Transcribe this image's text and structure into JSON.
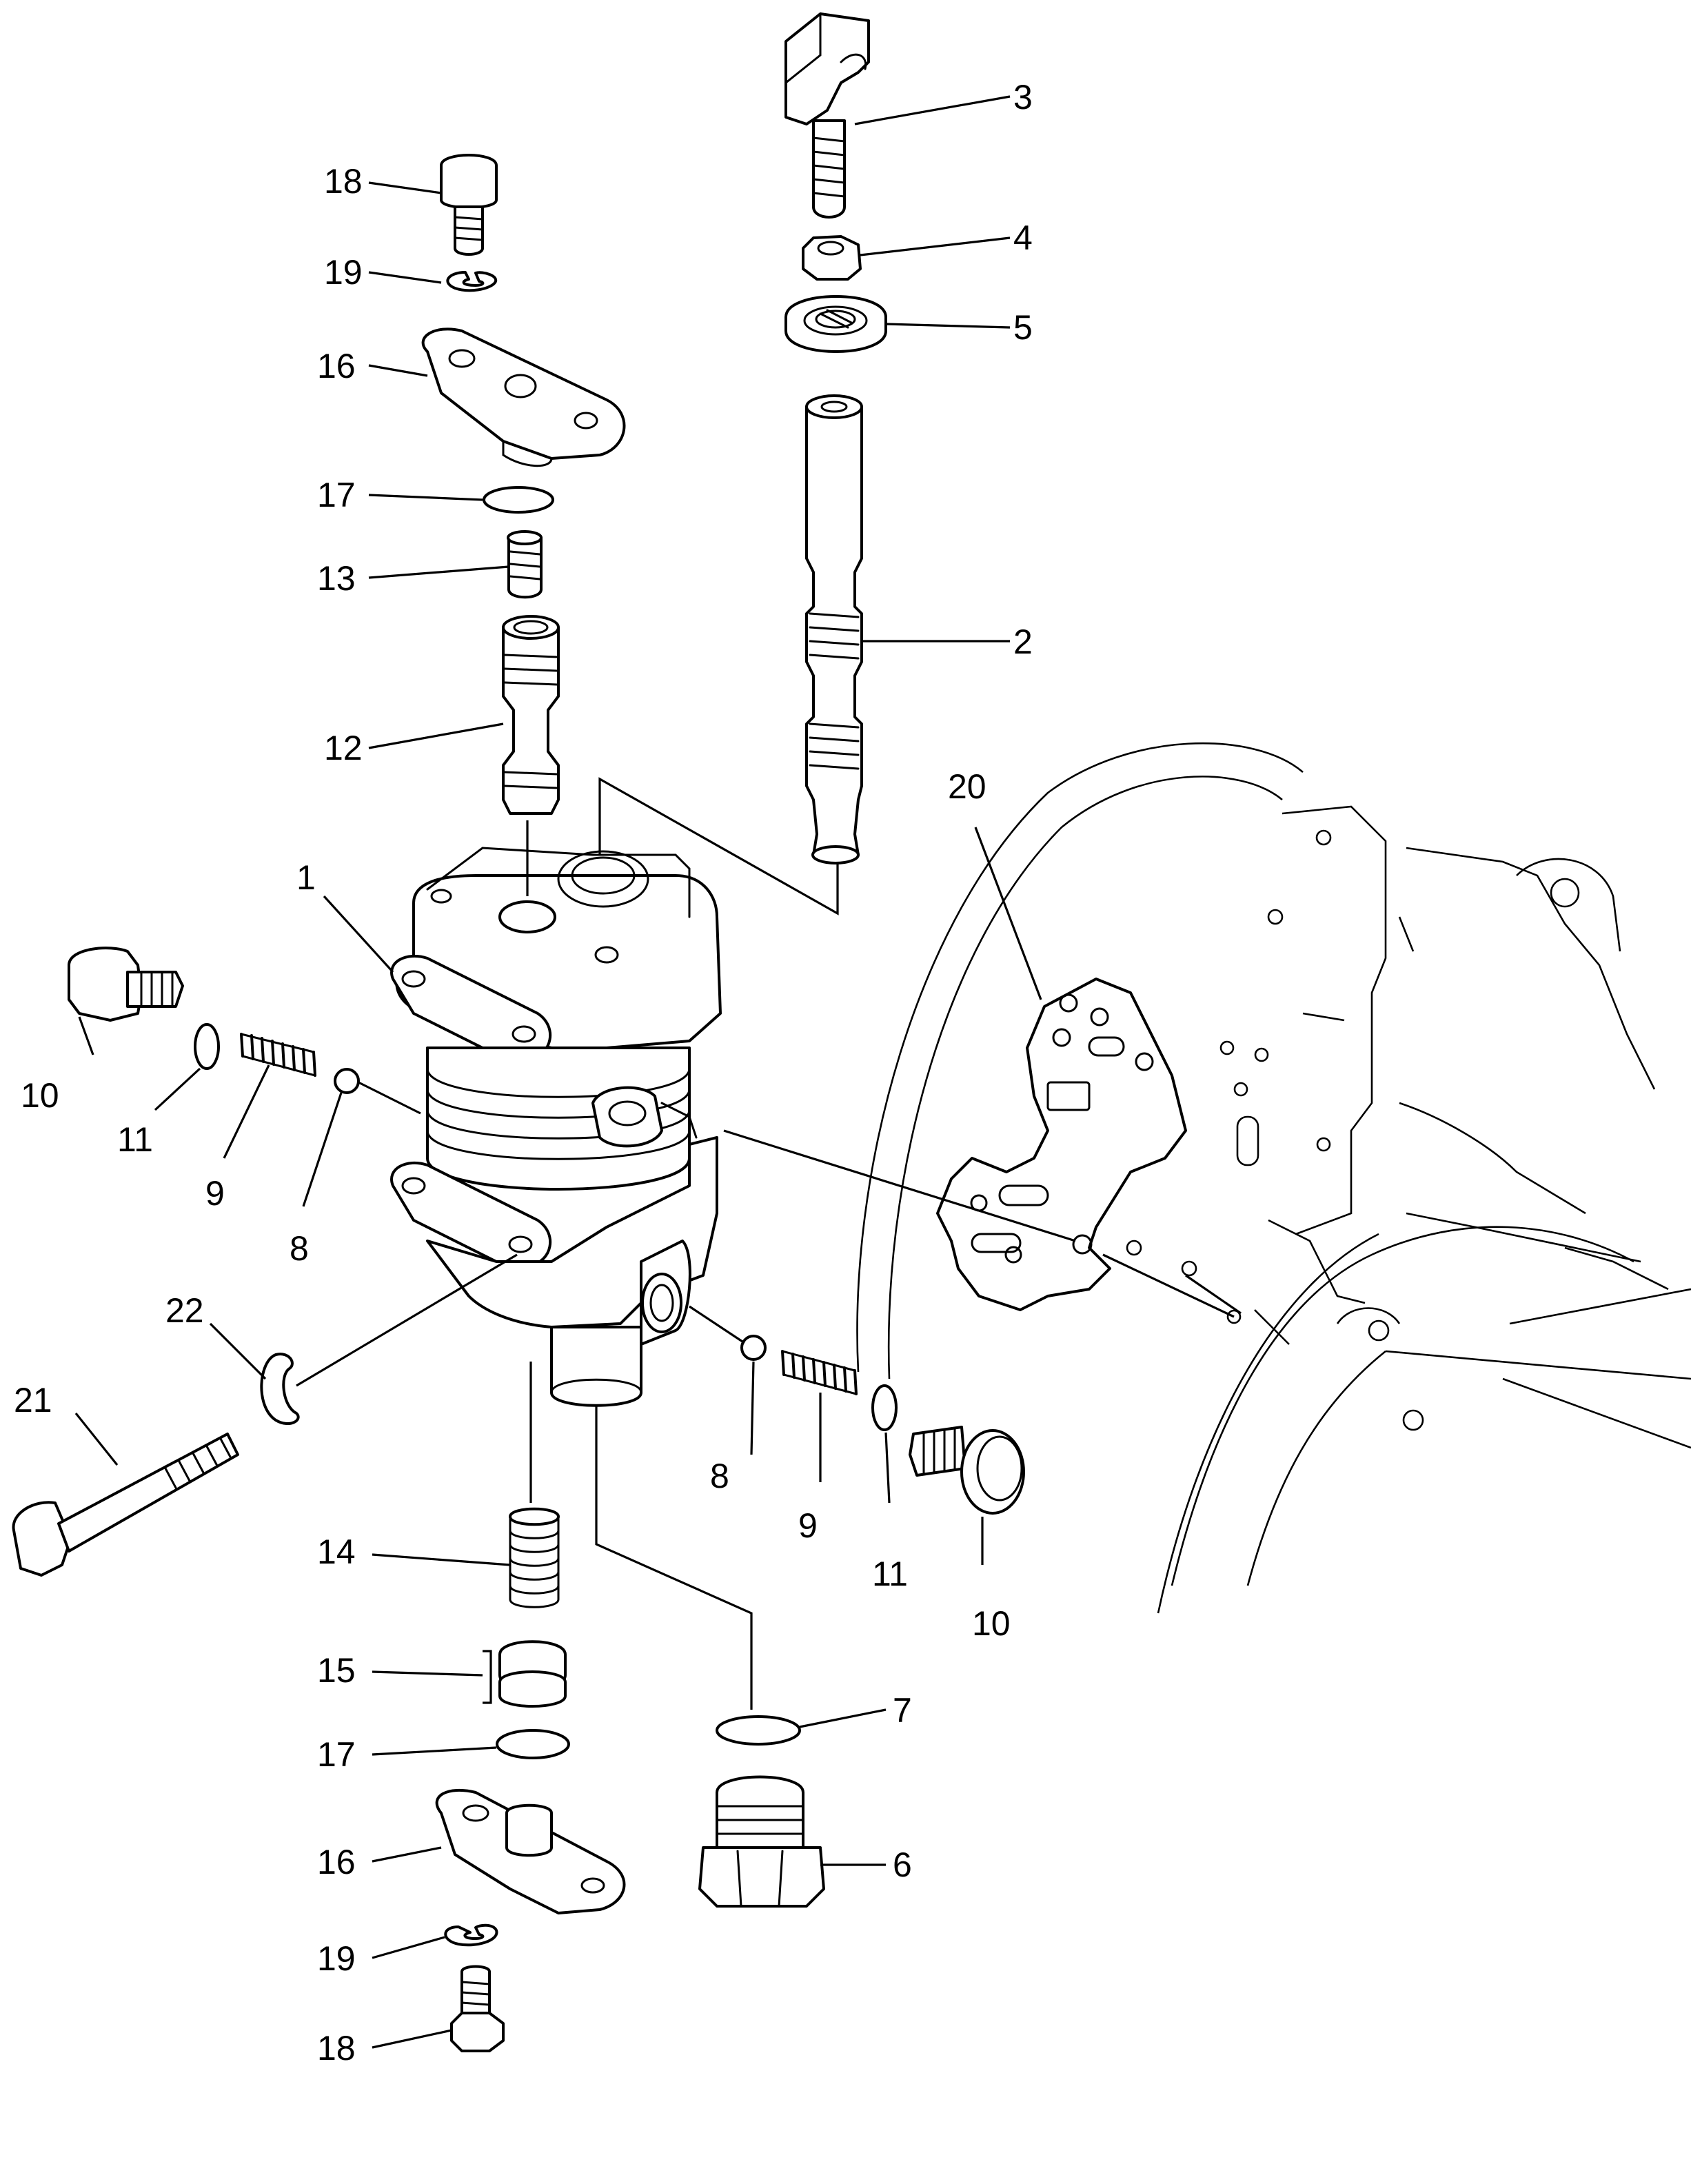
{
  "diagram": {
    "type": "exploded-parts-diagram",
    "callouts": [
      {
        "id": "c3",
        "label": "3"
      },
      {
        "id": "c4",
        "label": "4"
      },
      {
        "id": "c5",
        "label": "5"
      },
      {
        "id": "c2",
        "label": "2"
      },
      {
        "id": "c18a",
        "label": "18"
      },
      {
        "id": "c19a",
        "label": "19"
      },
      {
        "id": "c16a",
        "label": "16"
      },
      {
        "id": "c17a",
        "label": "17"
      },
      {
        "id": "c13",
        "label": "13"
      },
      {
        "id": "c12",
        "label": "12"
      },
      {
        "id": "c1",
        "label": "1"
      },
      {
        "id": "c20",
        "label": "20"
      },
      {
        "id": "c10a",
        "label": "10"
      },
      {
        "id": "c11a",
        "label": "11"
      },
      {
        "id": "c9a",
        "label": "9"
      },
      {
        "id": "c8a",
        "label": "8"
      },
      {
        "id": "c22",
        "label": "22"
      },
      {
        "id": "c21",
        "label": "21"
      },
      {
        "id": "c8b",
        "label": "8"
      },
      {
        "id": "c9b",
        "label": "9"
      },
      {
        "id": "c11b",
        "label": "11"
      },
      {
        "id": "c10b",
        "label": "10"
      },
      {
        "id": "c14",
        "label": "14"
      },
      {
        "id": "c15",
        "label": "15"
      },
      {
        "id": "c17b",
        "label": "17"
      },
      {
        "id": "c7",
        "label": "7"
      },
      {
        "id": "c16b",
        "label": "16"
      },
      {
        "id": "c6",
        "label": "6"
      },
      {
        "id": "c19b",
        "label": "19"
      },
      {
        "id": "c18b",
        "label": "18"
      }
    ]
  }
}
